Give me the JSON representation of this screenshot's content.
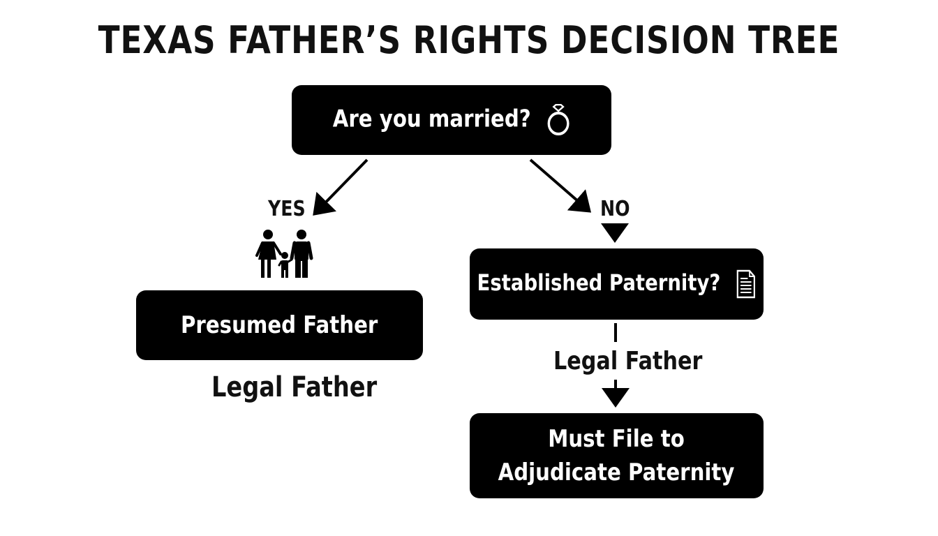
{
  "title": "TEXAS FATHER’S RIGHTS DECISION TREE",
  "nodes": {
    "married": {
      "label": "Are you married?",
      "icon": "ring-icon"
    },
    "presumed": {
      "label": "Presumed Father"
    },
    "established": {
      "label": "Established Paternity?",
      "icon": "document-icon"
    },
    "must_file": {
      "line1": "Must File to",
      "line2": "Adjudicate Paternity"
    }
  },
  "edges": {
    "yes_label": "YES",
    "no_label": "NO",
    "legal_father_right": "Legal Father"
  },
  "annotations": {
    "legal_father_left": "Legal Father",
    "family_icon": "family-icon"
  },
  "colors": {
    "node_fill": "#000000",
    "node_text": "#ffffff",
    "text": "#111111",
    "background": "#ffffff"
  }
}
